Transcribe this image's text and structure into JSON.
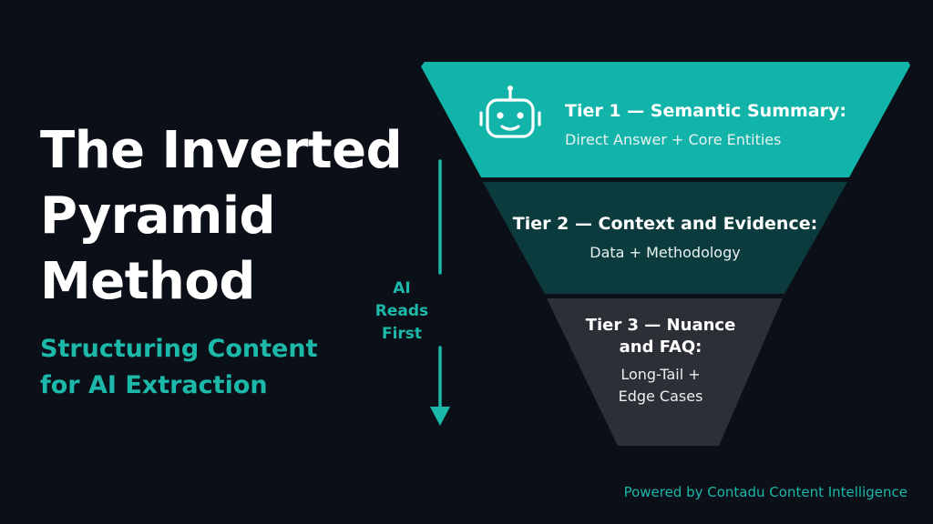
{
  "slide": {
    "title": "The Inverted Pyramid Method",
    "subtitle": "Structuring Content for AI Extraction",
    "footer": "Powered by Contadu Content Intelligence"
  },
  "arrow": {
    "label_lines": [
      "AI",
      "Reads",
      "First"
    ]
  },
  "tiers": [
    {
      "heading": "Tier 1 — Semantic Summary:",
      "detail": "Direct Answer + Core Entities",
      "icon": "robot-icon",
      "color": "#12b3a8"
    },
    {
      "heading": "Tier 2 — Context and Evidence:",
      "detail": "Data + Methodology",
      "color": "#0c3b3d"
    },
    {
      "heading_lines": [
        "Tier 3 — Nuance",
        "and FAQ:"
      ],
      "detail_lines": [
        "Long-Tail +",
        "Edge Cases"
      ],
      "color": "#2c2f36"
    }
  ],
  "colors": {
    "background": "#0b0f17",
    "accent": "#1cb8aa"
  }
}
